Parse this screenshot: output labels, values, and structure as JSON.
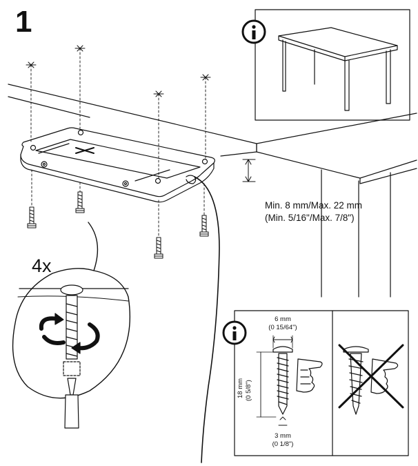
{
  "step": {
    "number": "1"
  },
  "quantity": "4x",
  "thickness": {
    "metric": "Min. 8 mm/Max. 22 mm",
    "imperial": "(Min. 5/16\"/Max. 7/8\")"
  },
  "screw_spec": {
    "width_mm": "6 mm",
    "width_in": "(0 15/64\")",
    "length_mm": "18 mm",
    "length_in": "(0 5/8\")",
    "diameter_mm": "3 mm",
    "diameter_in": "(0 1/8\")"
  },
  "icons": {
    "info": "info-icon",
    "table": "table-icon",
    "charger": "wireless-charger-icon",
    "screw": "screw-icon",
    "hand": "pointing-hand-icon",
    "rotate": "rotate-arrows-icon",
    "bit": "screwdriver-bit-icon",
    "cross": "cross-out-icon"
  }
}
